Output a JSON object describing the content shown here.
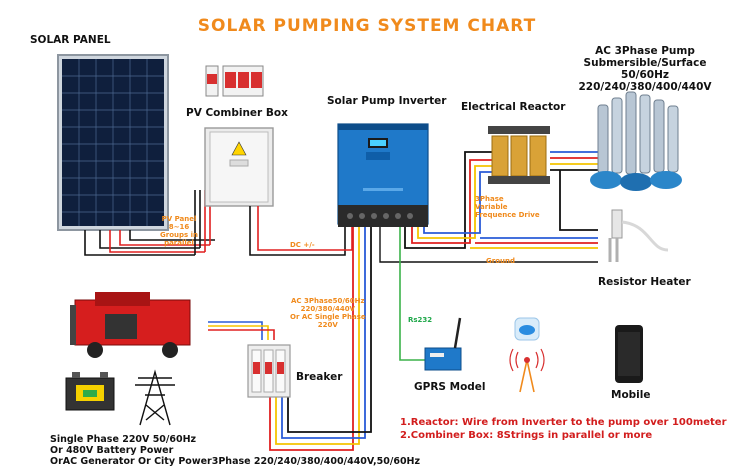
{
  "title": "SOLAR PUMPING SYSTEM CHART",
  "labels": {
    "solar_panel": "SOLAR PANEL",
    "combiner": "PV Combiner Box",
    "inverter": "Solar Pump Inverter",
    "reactor": "Electrical Reactor",
    "pump_line1": "AC 3Phase Pump",
    "pump_line2": "Submersible/Surface",
    "pump_line3": "50/60Hz",
    "pump_line4": "220/240/380/400/440V",
    "resistor": "Resistor Heater",
    "breaker": "Breaker",
    "gprs": "GPRS Model",
    "mobile": "Mobile",
    "power_line1": "Single Phase 220V 50/60Hz",
    "power_line2": "Or 480V Battery Power",
    "power_line3": "OrAC Generator Or City Power3Phase 220/240/380/400/440V,50/60Hz"
  },
  "annotations": {
    "pv_panel_1": "PV Panel",
    "pv_panel_2": "8~16",
    "pv_panel_3": "Groups in",
    "pv_panel_4": "parallel",
    "dc": "DC +/-",
    "vfd_1": "3Phase",
    "vfd_2": "Variable",
    "vfd_3": "Frequence Drive",
    "ground": "Ground",
    "ac_1": "AC 3Phase50/60Hz",
    "ac_2": "220/380/440V",
    "ac_3": "Or AC Single Phase",
    "ac_4": "220V",
    "rs232": "Rs232"
  },
  "notes": {
    "note1": "1.Reactor: Wire from Inverter to the pump over 100meter",
    "note2": "2.Combiner Box: 8Strings in parallel or more"
  },
  "colors": {
    "title": "#f08a1c",
    "wire_red": "#e02020",
    "wire_yellow": "#f5c400",
    "wire_blue": "#2a5bd7",
    "wire_black": "#111111",
    "wire_green": "#3bb24a",
    "inverter_blue": "#1f79c9",
    "note_red": "#d21d1d"
  }
}
